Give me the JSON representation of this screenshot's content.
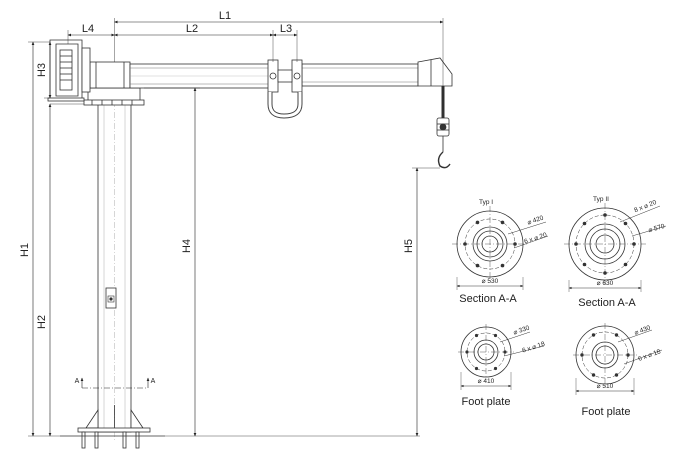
{
  "dimensions": {
    "l1": "L1",
    "l2": "L2",
    "l3": "L3",
    "l4": "L4",
    "h1": "H1",
    "h2": "H2",
    "h3": "H3",
    "h4": "H4",
    "h5": "H5"
  },
  "section_marker": {
    "left": "A",
    "right": "A"
  },
  "sections": {
    "type1": {
      "type_label": "Typ I",
      "bolt_circle": "⌀ 420",
      "holes": "6 x ⌀ 20",
      "outer": "⌀ 530",
      "caption": "Section A-A"
    },
    "type2": {
      "type_label": "Typ II",
      "bolt_circle": "⌀ 570",
      "holes": "8 x ⌀ 20",
      "outer": "⌀ 630",
      "caption": "Section A-A"
    }
  },
  "foot_plates": {
    "type1": {
      "bolt_circle": "⌀ 330",
      "holes": "6 x ⌀ 18",
      "outer": "⌀ 410",
      "caption": "Foot plate"
    },
    "type2": {
      "bolt_circle": "⌀ 430",
      "holes": "6 x ⌀ 18",
      "outer": "⌀ 510",
      "caption": "Foot plate"
    }
  }
}
